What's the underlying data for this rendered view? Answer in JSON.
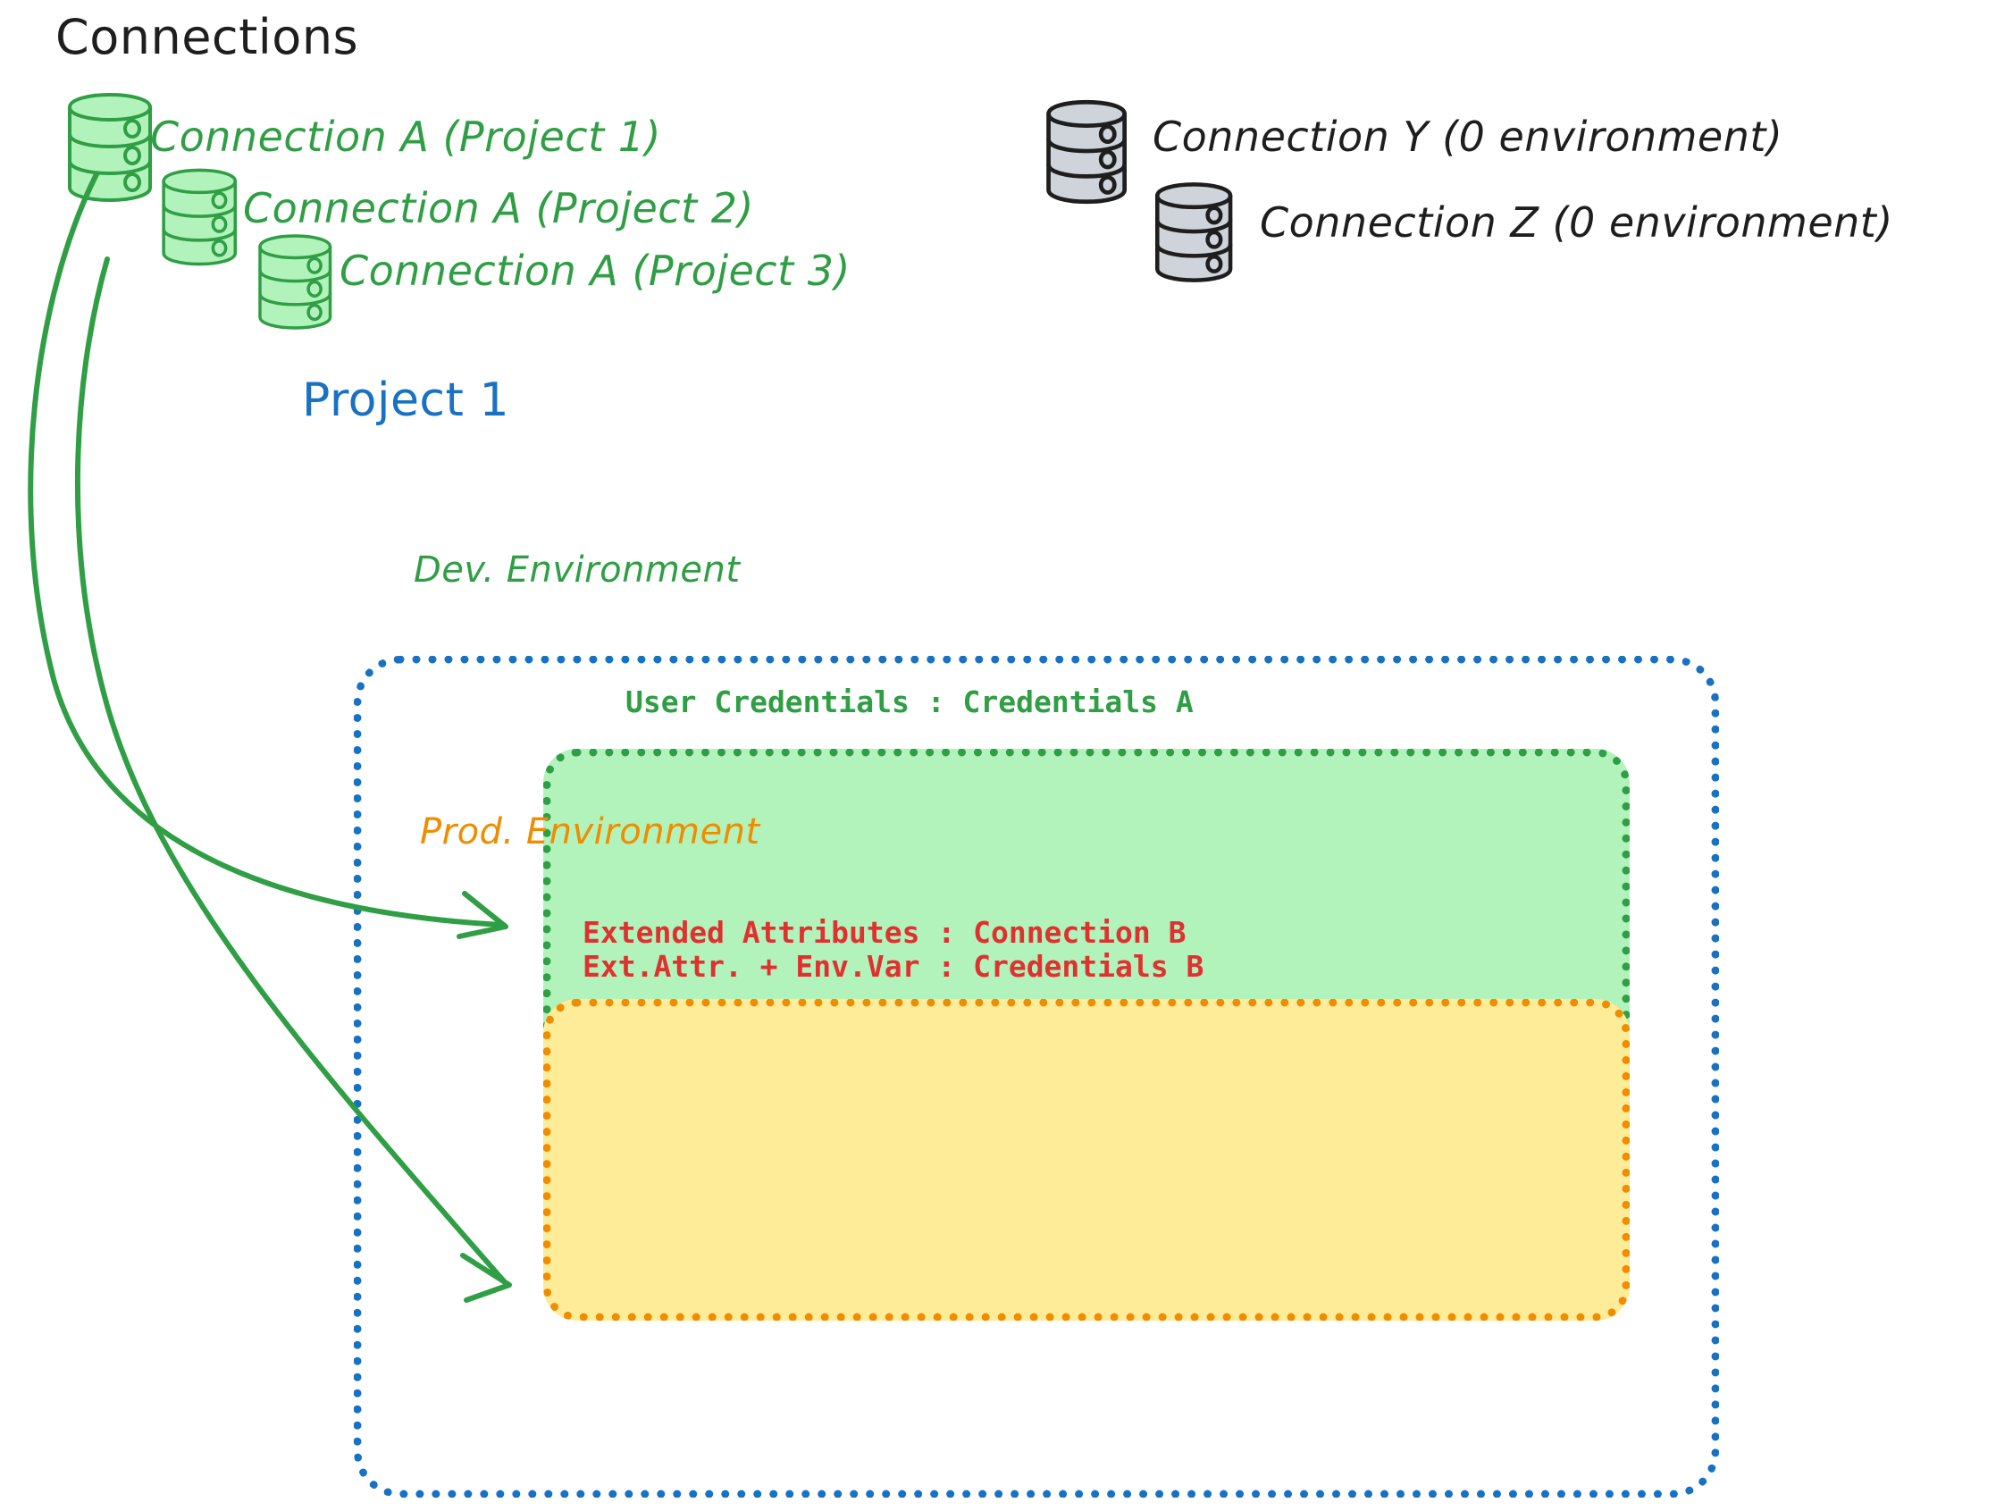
{
  "diagram": {
    "title": "Connections",
    "background_color": "#ffffff"
  },
  "colors": {
    "green_stroke": "#2f9e44",
    "green_fill": "#b2f2bb",
    "gray_stroke": "#1e1e1e",
    "gray_fill": "#ced4da",
    "blue": "#1971c2",
    "orange": "#f08c00",
    "yellow_fill": "#ffec99",
    "red": "#e03131",
    "black": "#1e1e1e"
  },
  "connections": {
    "heading": "Connections",
    "green_items": [
      {
        "icon": "database-icon",
        "label": "Connection A (Project 1)"
      },
      {
        "icon": "database-icon",
        "label": "Connection A (Project 2)"
      },
      {
        "icon": "database-icon",
        "label": "Connection A (Project 3)"
      }
    ],
    "gray_items": [
      {
        "icon": "database-icon",
        "label": "Connection Y (0 environment)"
      },
      {
        "icon": "database-icon",
        "label": "Connection Z (0 environment)"
      }
    ]
  },
  "project": {
    "label": "Project 1",
    "environments": [
      {
        "name": "Dev. Environment",
        "color": "#2f9e44",
        "fill": "#b2f2bb",
        "rows": [
          "User Credentials : Credentials A"
        ]
      },
      {
        "name": "Prod. Environment",
        "color": "#f08c00",
        "fill": "#ffec99",
        "rows": [
          "Extended Attributes : Connection B",
          "Ext.Attr. + Env.Var : Credentials B"
        ]
      }
    ]
  },
  "arrows": [
    {
      "name": "arrow-connection-a-to-dev",
      "from": "Connection A (Project 1)",
      "to": "Dev. Environment",
      "color": "#2f9e44"
    },
    {
      "name": "arrow-connection-a-to-prod",
      "from": "Connection A (Project 1)",
      "to": "Prod. Environment",
      "color": "#2f9e44"
    }
  ]
}
